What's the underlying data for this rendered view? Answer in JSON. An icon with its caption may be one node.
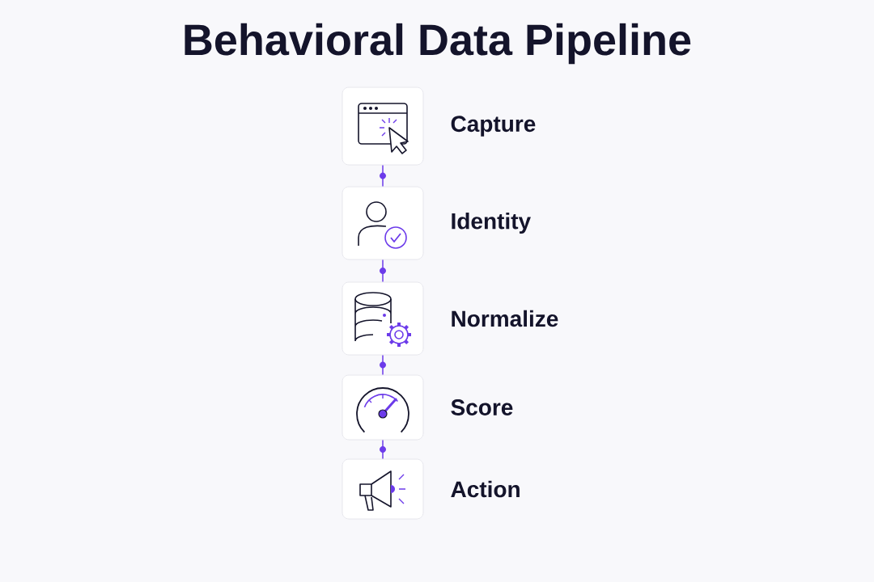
{
  "diagram": {
    "title": "Behavioral Data Pipeline",
    "nodes": [
      {
        "text": [
          "Capture"
        ]
      },
      {
        "text": [
          "Identity"
        ]
      },
      {
        "text": [
          "Normalize"
        ]
      },
      {
        "text": [
          "Score"
        ]
      },
      {
        "text": [
          "Action"
        ]
      }
    ],
    "edges": [
      {
        "from": 0,
        "to": 1,
        "arrow": "none"
      },
      {
        "from": 1,
        "to": 2,
        "arrow": "none"
      },
      {
        "from": 2,
        "to": 3,
        "arrow": "none"
      },
      {
        "from": 3,
        "to": 4,
        "arrow": "none"
      }
    ]
  }
}
